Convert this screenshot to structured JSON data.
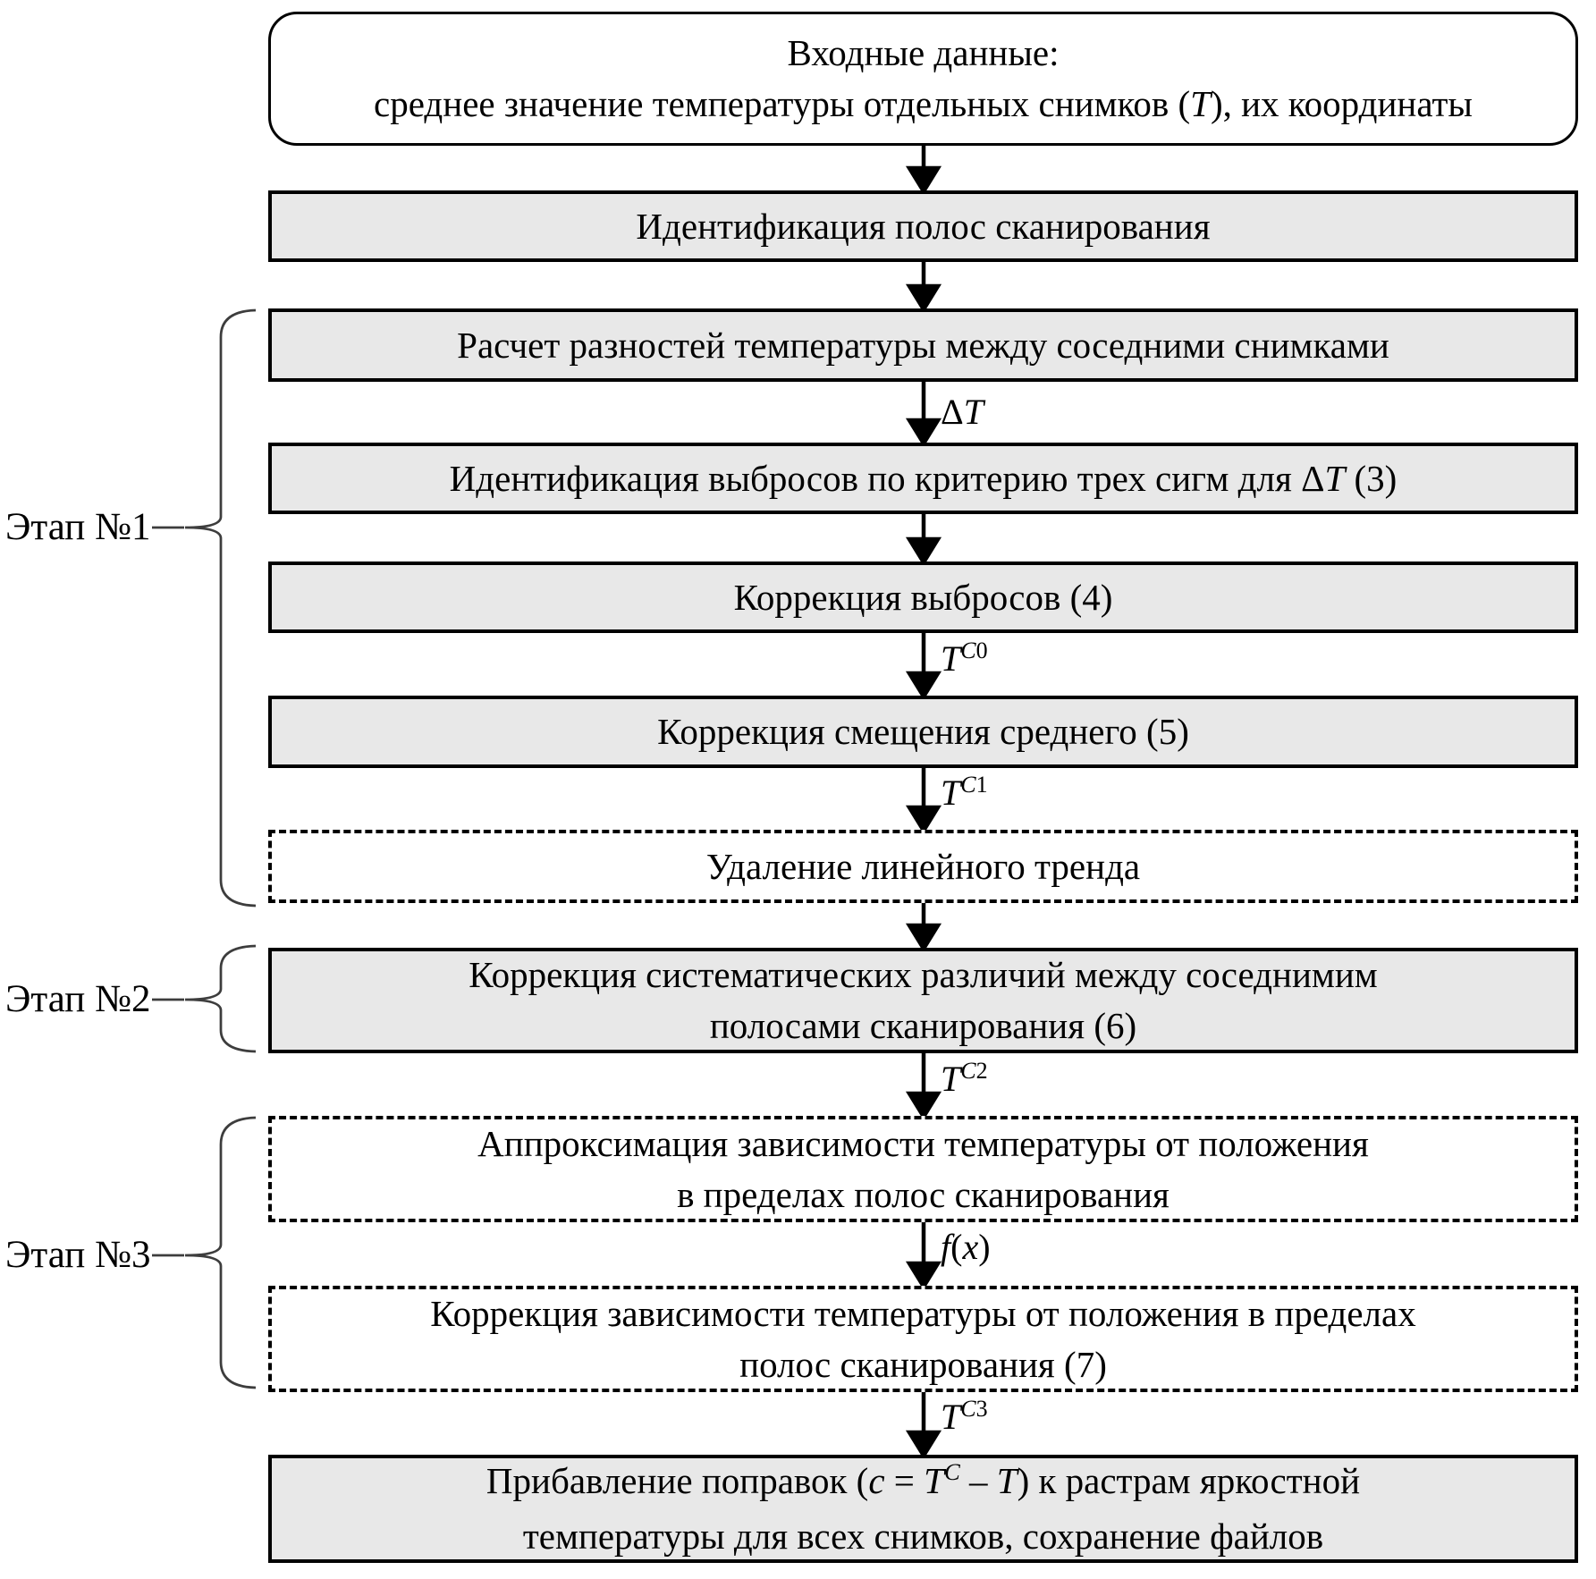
{
  "title": "Блок-схема обработки температуры снимков",
  "colors": {
    "box_fill": "#e8e8e8",
    "box_border": "#000000",
    "dashed_box_fill": "#ffffff",
    "brace": "#3d3d3d",
    "background": "#ffffff"
  },
  "stages": [
    {
      "label": "Этап №1"
    },
    {
      "label": "Этап №2"
    },
    {
      "label": "Этап №3"
    }
  ],
  "boxes": [
    {
      "name": "input-data",
      "style": "rounded",
      "lines": [
        [
          {
            "t": "Входные данные:"
          }
        ],
        [
          {
            "t": "среднее значение температуры отдельных снимков ("
          },
          {
            "t": "T",
            "i": true
          },
          {
            "t": "), их координаты"
          }
        ]
      ]
    },
    {
      "name": "identify-scan-strips",
      "style": "solid",
      "lines": [
        [
          {
            "t": "Идентификация полос сканирования"
          }
        ]
      ]
    },
    {
      "name": "calc-temp-differences",
      "style": "solid",
      "lines": [
        [
          {
            "t": "Расчет разностей температуры между соседними снимками"
          }
        ]
      ]
    },
    {
      "name": "identify-outliers",
      "style": "solid",
      "lines": [
        [
          {
            "t": "Идентификация выбросов по критерию трех сигм для "
          },
          {
            "t": "Δ"
          },
          {
            "t": "T",
            "i": true
          },
          {
            "t": " (3)"
          }
        ]
      ]
    },
    {
      "name": "outlier-correction",
      "style": "solid",
      "lines": [
        [
          {
            "t": "Коррекция выбросов  (4)"
          }
        ]
      ]
    },
    {
      "name": "mean-shift-correction",
      "style": "solid",
      "lines": [
        [
          {
            "t": "Коррекция смещения среднего  (5)"
          }
        ]
      ]
    },
    {
      "name": "remove-linear-trend",
      "style": "dashed",
      "lines": [
        [
          {
            "t": "Удаление линейного тренда"
          }
        ]
      ]
    },
    {
      "name": "systematic-diff-correction",
      "style": "solid",
      "lines": [
        [
          {
            "t": "Коррекция систематических различий между соседнимим"
          }
        ],
        [
          {
            "t": "полосами сканирования  (6)"
          }
        ]
      ]
    },
    {
      "name": "approximate-temp-position",
      "style": "dashed",
      "lines": [
        [
          {
            "t": "Аппроксимация зависимости температуры от положения"
          }
        ],
        [
          {
            "t": "в пределах полос сканирования"
          }
        ]
      ]
    },
    {
      "name": "position-dependence-correction",
      "style": "dashed",
      "lines": [
        [
          {
            "t": "Коррекция зависимости температуры от положения в пределах"
          }
        ],
        [
          {
            "t": "полос сканирования (7)"
          }
        ]
      ]
    },
    {
      "name": "apply-corrections-save",
      "style": "solid",
      "lines": [
        [
          {
            "t": "Прибавление поправок ("
          },
          {
            "t": "c",
            "i": true
          },
          {
            "t": " = "
          },
          {
            "t": "T",
            "i": true
          },
          {
            "t": "C",
            "i": true,
            "sup": true
          },
          {
            "t": " – "
          },
          {
            "t": "T",
            "i": true
          },
          {
            "t": ") к растрам яркостной"
          }
        ],
        [
          {
            "t": "температуры для всех снимков, сохранение файлов"
          }
        ]
      ]
    }
  ],
  "arrow_labels": {
    "dt": [
      [
        {
          "t": "Δ"
        },
        {
          "t": "T",
          "i": true
        }
      ]
    ],
    "tc0": [
      [
        {
          "t": "T",
          "i": true
        },
        {
          "t": "C",
          "i": true,
          "sup": true
        },
        {
          "t": "0",
          "sup": true
        }
      ]
    ],
    "tc1": [
      [
        {
          "t": "T",
          "i": true
        },
        {
          "t": "C",
          "i": true,
          "sup": true
        },
        {
          "t": "1",
          "sup": true
        }
      ]
    ],
    "tc2": [
      [
        {
          "t": "T",
          "i": true
        },
        {
          "t": "C",
          "i": true,
          "sup": true
        },
        {
          "t": "2",
          "sup": true
        }
      ]
    ],
    "fx": [
      [
        {
          "t": "f",
          "i": true
        },
        {
          "t": "("
        },
        {
          "t": "x",
          "i": true
        },
        {
          "t": ")"
        }
      ]
    ],
    "tc3": [
      [
        {
          "t": "T",
          "i": true
        },
        {
          "t": "C",
          "i": true,
          "sup": true
        },
        {
          "t": "3",
          "sup": true
        }
      ]
    ]
  }
}
